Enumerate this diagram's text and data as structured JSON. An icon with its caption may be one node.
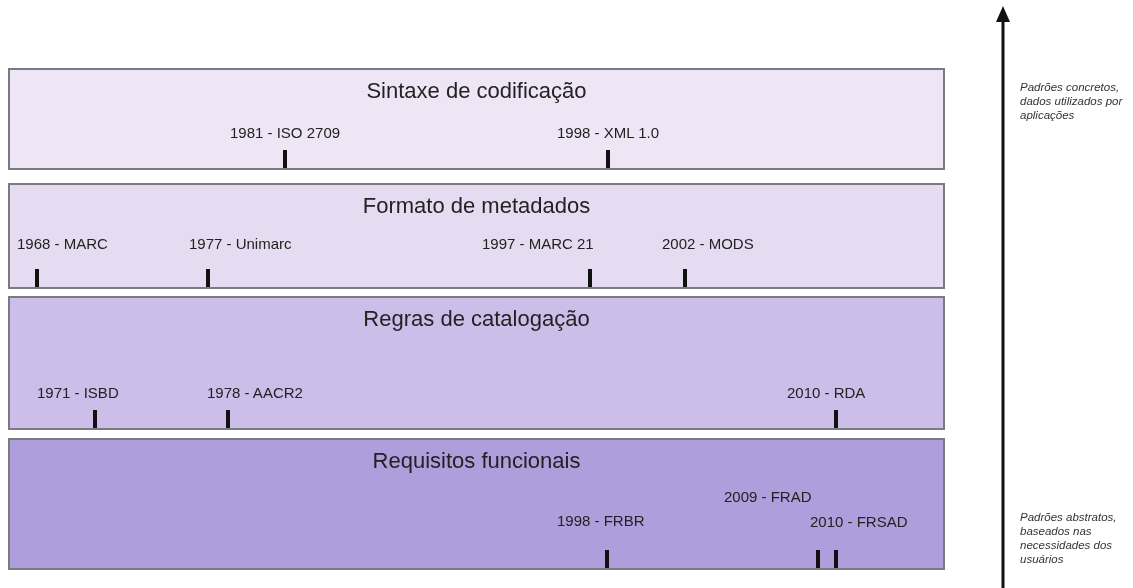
{
  "diagram": {
    "nodes": [
      {
        "text": [
          "Sintaxe de codificação"
        ]
      },
      {
        "text": [
          "1981 - ISO 2709"
        ],
        "in": 0
      },
      {
        "text": [
          "1998 - XML 1.0"
        ],
        "in": 0
      },
      {
        "text": [
          "Formato de metadados"
        ]
      },
      {
        "text": [
          "1968 - MARC"
        ],
        "in": 3
      },
      {
        "text": [
          "1977 - Unimarc"
        ],
        "in": 3
      },
      {
        "text": [
          "1997 - MARC 21"
        ],
        "in": 3
      },
      {
        "text": [
          "2002 - MODS"
        ],
        "in": 3
      },
      {
        "text": [
          "Regras de catalogação"
        ]
      },
      {
        "text": [
          "1971 - ISBD"
        ],
        "in": 8
      },
      {
        "text": [
          "1978 - AACR2"
        ],
        "in": 8
      },
      {
        "text": [
          "2010 - RDA"
        ],
        "in": 8
      },
      {
        "text": [
          "Requisitos funcionais"
        ]
      },
      {
        "text": [
          "1998 - FRBR"
        ],
        "in": 12
      },
      {
        "text": [
          "2009 - FRAD"
        ],
        "in": 12
      },
      {
        "text": [
          "2010 - FRSAD"
        ],
        "in": 12
      }
    ],
    "edges": [],
    "labels": [
      "Padrões concretos, dados utilizados por aplicações",
      "Padrões abstratos, baseados nas necessidades dos usuários"
    ]
  }
}
